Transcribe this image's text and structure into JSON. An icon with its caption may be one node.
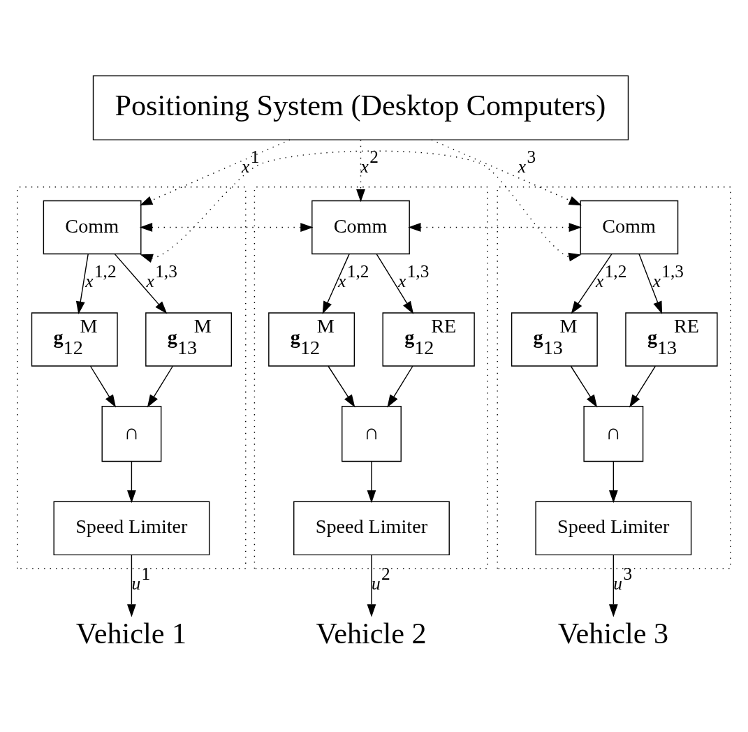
{
  "diagram": {
    "nodes": [
      {
        "text": [
          "Positioning System (Desktop Computers)"
        ]
      },
      {
        "text": [],
        "shape": "box"
      },
      {
        "text": [
          "Comm"
        ],
        "in": 1
      },
      {
        "text": [
          "**g**$_{12}$$^{M}$"
        ],
        "in": 1
      },
      {
        "text": [
          "**g**$_{13}$$^{M}$"
        ],
        "in": 1
      },
      {
        "text": [
          "∩"
        ],
        "in": 1
      },
      {
        "text": [
          "Speed Limiter"
        ],
        "in": 1
      },
      {
        "text": [],
        "shape": "box"
      },
      {
        "text": [
          "Comm"
        ],
        "in": 7
      },
      {
        "text": [
          "**g**$_{12}$$^{M}$"
        ],
        "in": 7
      },
      {
        "text": [
          "**g**$_{12}$$^{RE}$"
        ],
        "in": 7
      },
      {
        "text": [
          "∩"
        ],
        "in": 7
      },
      {
        "text": [
          "Speed Limiter"
        ],
        "in": 7
      },
      {
        "text": [],
        "shape": "box"
      },
      {
        "text": [
          "Comm"
        ],
        "in": 13
      },
      {
        "text": [
          "**g**$_{13}$$^{M}$"
        ],
        "in": 13
      },
      {
        "text": [
          "**g**$_{13}$$^{RE}$"
        ],
        "in": 13
      },
      {
        "text": [
          "∩"
        ],
        "in": 13
      },
      {
        "text": [
          "Speed Limiter"
        ],
        "in": 13
      },
      {
        "text": [
          "Vehicle 1"
        ]
      },
      {
        "text": [
          "Vehicle 2"
        ]
      },
      {
        "text": [
          "Vehicle 3"
        ]
      }
    ],
    "edges": [
      {
        "from": 0,
        "to": 2,
        "arrow": "to",
        "label": "*x*$^{1}$",
        "style": "dashed"
      },
      {
        "from": 0,
        "to": 8,
        "arrow": "to",
        "label": "*x*$^{2}$",
        "style": "dashed"
      },
      {
        "from": 0,
        "to": 14,
        "arrow": "to",
        "label": "*x*$^{3}$",
        "style": "dashed"
      },
      {
        "from": 2,
        "to": 8,
        "arrow": "both",
        "style": "dashed"
      },
      {
        "from": 8,
        "to": 14,
        "arrow": "both",
        "style": "dashed"
      },
      {
        "from": 2,
        "to": 14,
        "arrow": "both",
        "style": "dashed"
      },
      {
        "from": 2,
        "to": 3,
        "arrow": "to",
        "label": "*x*$^{1,2}$"
      },
      {
        "from": 2,
        "to": 4,
        "arrow": "to",
        "label": "*x*$^{1,3}$"
      },
      {
        "from": 3,
        "to": 5,
        "arrow": "to"
      },
      {
        "from": 4,
        "to": 5,
        "arrow": "to"
      },
      {
        "from": 5,
        "to": 6,
        "arrow": "to"
      },
      {
        "from": 6,
        "to": 19,
        "arrow": "to",
        "label": "*u*$^{1}$"
      },
      {
        "from": 8,
        "to": 9,
        "arrow": "to",
        "label": "*x*$^{1,2}$"
      },
      {
        "from": 8,
        "to": 10,
        "arrow": "to",
        "label": "*x*$^{1,3}$"
      },
      {
        "from": 9,
        "to": 11,
        "arrow": "to"
      },
      {
        "from": 10,
        "to": 11,
        "arrow": "to"
      },
      {
        "from": 11,
        "to": 12,
        "arrow": "to"
      },
      {
        "from": 12,
        "to": 20,
        "arrow": "to",
        "label": "*u*$^{2}$"
      },
      {
        "from": 14,
        "to": 15,
        "arrow": "to",
        "label": "*x*$^{1,2}$"
      },
      {
        "from": 14,
        "to": 16,
        "arrow": "to",
        "label": "*x*$^{1,3}$"
      },
      {
        "from": 15,
        "to": 17,
        "arrow": "to"
      },
      {
        "from": 16,
        "to": 17,
        "arrow": "to"
      },
      {
        "from": 17,
        "to": 18,
        "arrow": "to"
      },
      {
        "from": 18,
        "to": 21,
        "arrow": "to",
        "label": "*u*$^{3}$"
      }
    ]
  }
}
